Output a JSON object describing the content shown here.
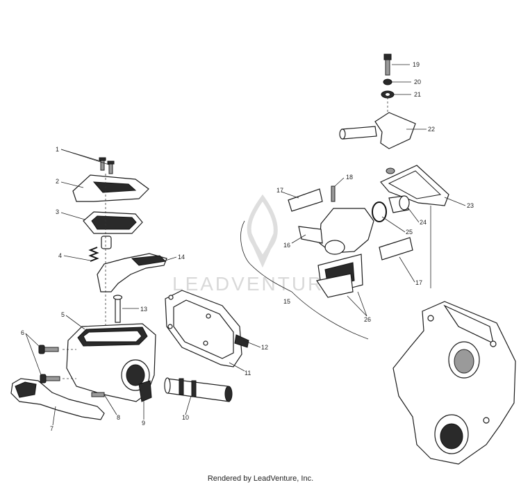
{
  "watermark": {
    "brand": "LEADVENTURE"
  },
  "footer": {
    "text": "Rendered by LeadVenture, Inc."
  },
  "callouts": [
    {
      "id": "1",
      "label": "1"
    },
    {
      "id": "2",
      "label": "2"
    },
    {
      "id": "3",
      "label": "3"
    },
    {
      "id": "4",
      "label": "4"
    },
    {
      "id": "5",
      "label": "5"
    },
    {
      "id": "6",
      "label": "6"
    },
    {
      "id": "7",
      "label": "7"
    },
    {
      "id": "8",
      "label": "8"
    },
    {
      "id": "9",
      "label": "9"
    },
    {
      "id": "10",
      "label": "10"
    },
    {
      "id": "11",
      "label": "11"
    },
    {
      "id": "12",
      "label": "12"
    },
    {
      "id": "13",
      "label": "13"
    },
    {
      "id": "14",
      "label": "14"
    },
    {
      "id": "15",
      "label": "15"
    },
    {
      "id": "16",
      "label": "16"
    },
    {
      "id": "17a",
      "label": "17"
    },
    {
      "id": "17b",
      "label": "17"
    },
    {
      "id": "18",
      "label": "18"
    },
    {
      "id": "19",
      "label": "19"
    },
    {
      "id": "20",
      "label": "20"
    },
    {
      "id": "21",
      "label": "21"
    },
    {
      "id": "22",
      "label": "22"
    },
    {
      "id": "23",
      "label": "23"
    },
    {
      "id": "24",
      "label": "24"
    },
    {
      "id": "25",
      "label": "25"
    },
    {
      "id": "26",
      "label": "26"
    }
  ]
}
